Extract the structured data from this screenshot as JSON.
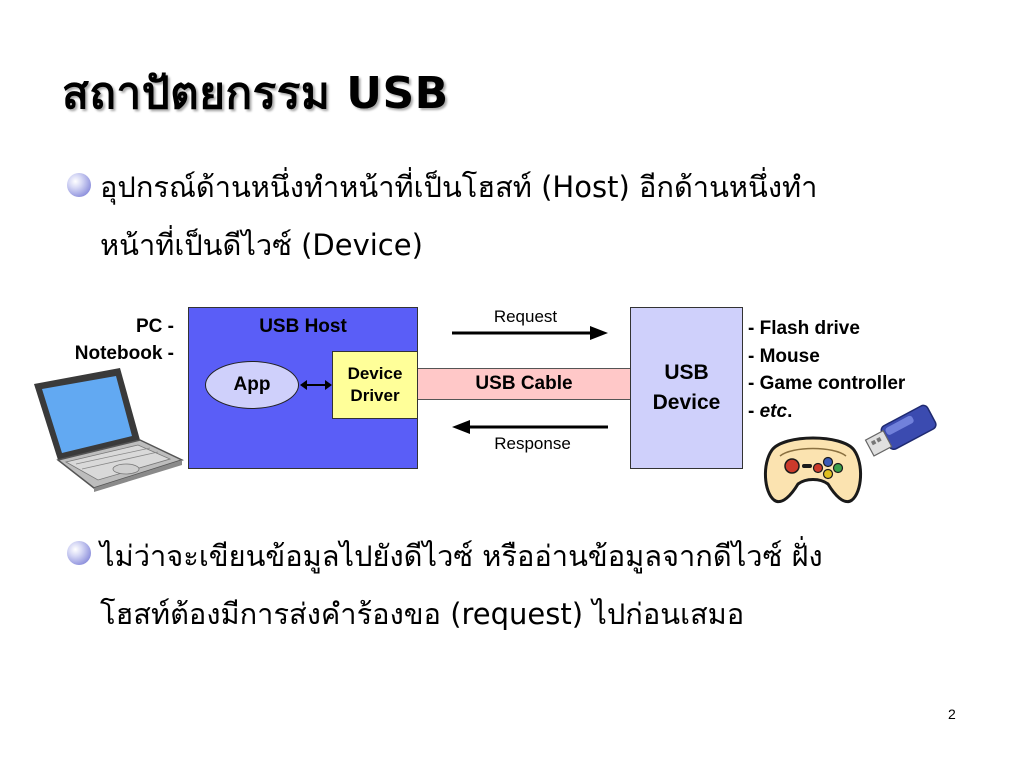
{
  "slide": {
    "title": "สถาปัตยกรรม USB",
    "bullets": [
      {
        "line1": "อุปกรณ์ด้านหนึ่งทำหน้าที่เป็นโฮสท์ (Host) อีกด้านหนึ่งทำ",
        "line2": "หน้าที่เป็นดีไวซ์ (Device)"
      },
      {
        "line1": "ไม่ว่าจะเขียนข้อมูลไปยังดีไวซ์ หรืออ่านข้อมูลจากดีไวซ์ ฝั่ง",
        "line2": "โฮสท์ต้องมีการส่งคำร้องขอ (request) ไปก่อนเสมอ"
      }
    ],
    "page_number": "2"
  },
  "diagram": {
    "left_labels": [
      "PC -",
      "Notebook -"
    ],
    "host_label": "USB Host",
    "app_label": "App",
    "driver_line1": "Device",
    "driver_line2": "Driver",
    "cable_label": "USB Cable",
    "request_label": "Request",
    "response_label": "Response",
    "device_line1": "USB",
    "device_line2": "Device",
    "device_list": [
      "- Flash drive",
      "- Mouse",
      "- Game controller"
    ],
    "device_list_last_prefix": "- ",
    "device_list_last_em": "etc",
    "device_list_last_suffix": ".",
    "colors": {
      "host": "#5a5ef7",
      "device": "#cfd0fb",
      "cable": "#ffc8c8",
      "driver": "#ffff99"
    }
  },
  "illustrations": [
    "laptop-clipart",
    "usb-flash-drive-clipart",
    "game-controller-clipart"
  ]
}
